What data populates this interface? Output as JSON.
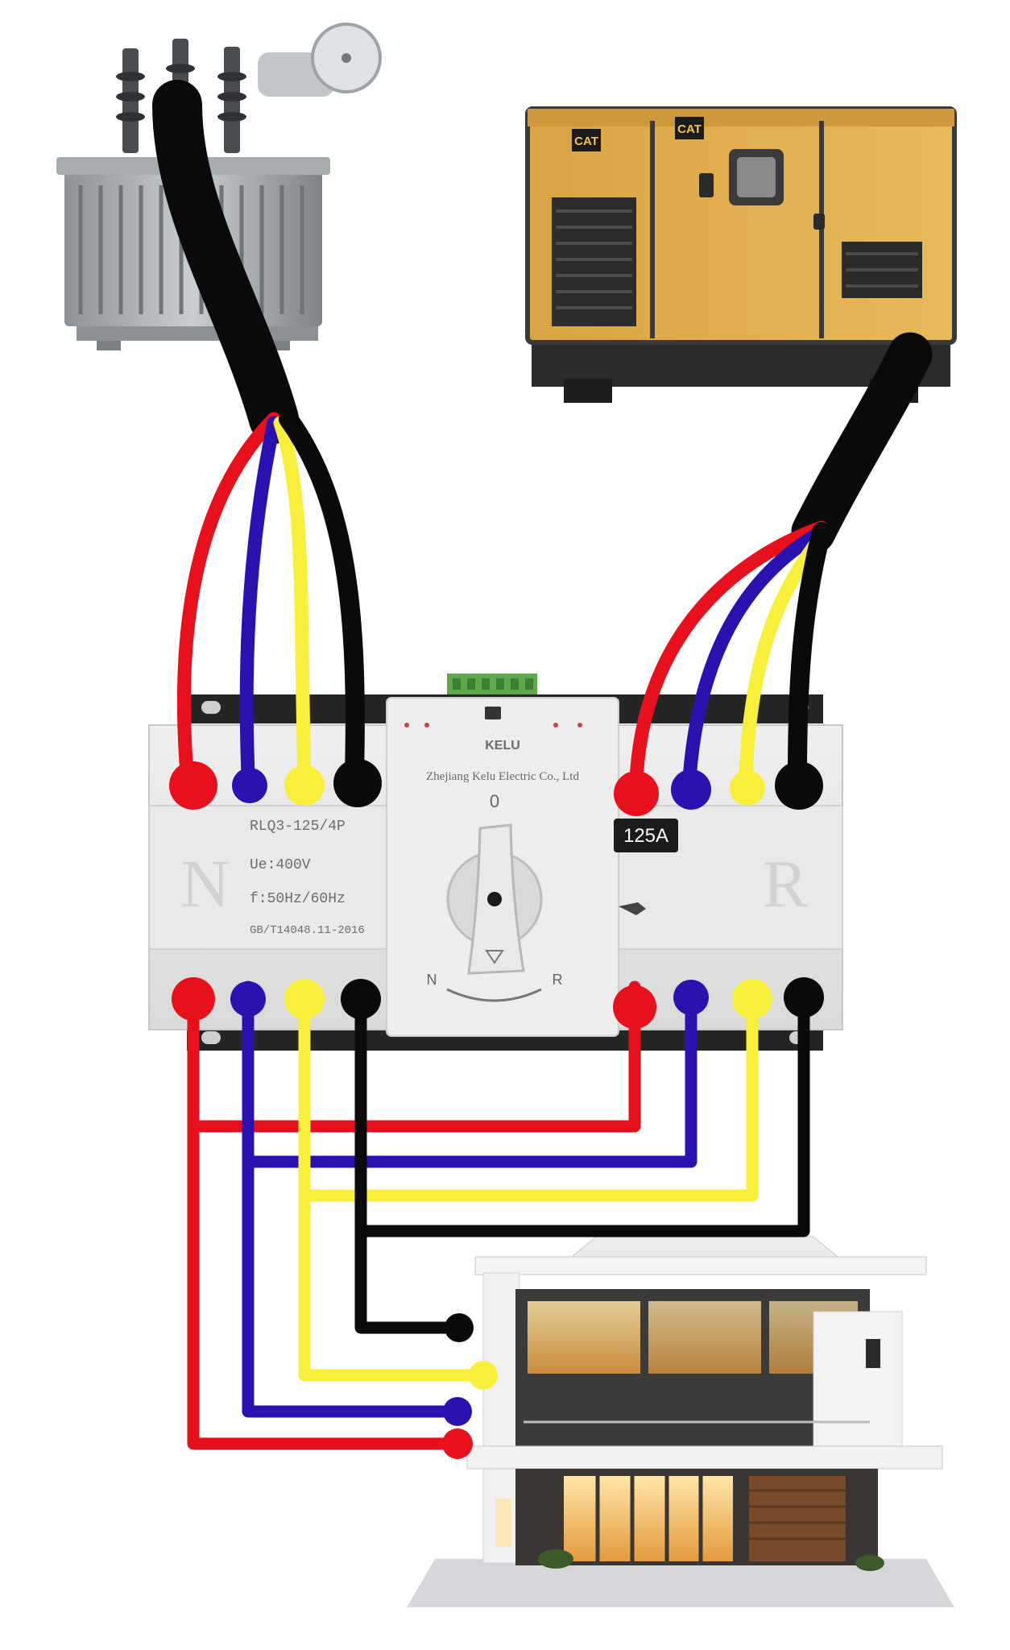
{
  "ats": {
    "model": "RLQ3-125/4P",
    "voltage": "Ue:400V",
    "frequency": "f:50Hz/60Hz",
    "standard": "GB/T14048.11-2016",
    "rating_badge": "125A",
    "manufacturer": "Zhejiang Kelu Electric Co., Ltd",
    "brand": "KELU",
    "left_letter": "N",
    "right_letter": "R",
    "switch_top": "0",
    "switch_left": "N",
    "switch_right": "R"
  },
  "generator": {
    "brand": "CAT"
  },
  "colors": {
    "red": "#e8101c",
    "blue": "#2a12b0",
    "yellow": "#f8ef3a",
    "black": "#0a0a0a",
    "generator_yellow": "#e5b24e",
    "ats_body": "#e6e6e6"
  },
  "icons": {
    "transformer": "utility-transformer-icon",
    "generator": "diesel-generator-icon",
    "house": "modern-house-icon",
    "switch": "rotary-switch-handle-icon"
  }
}
